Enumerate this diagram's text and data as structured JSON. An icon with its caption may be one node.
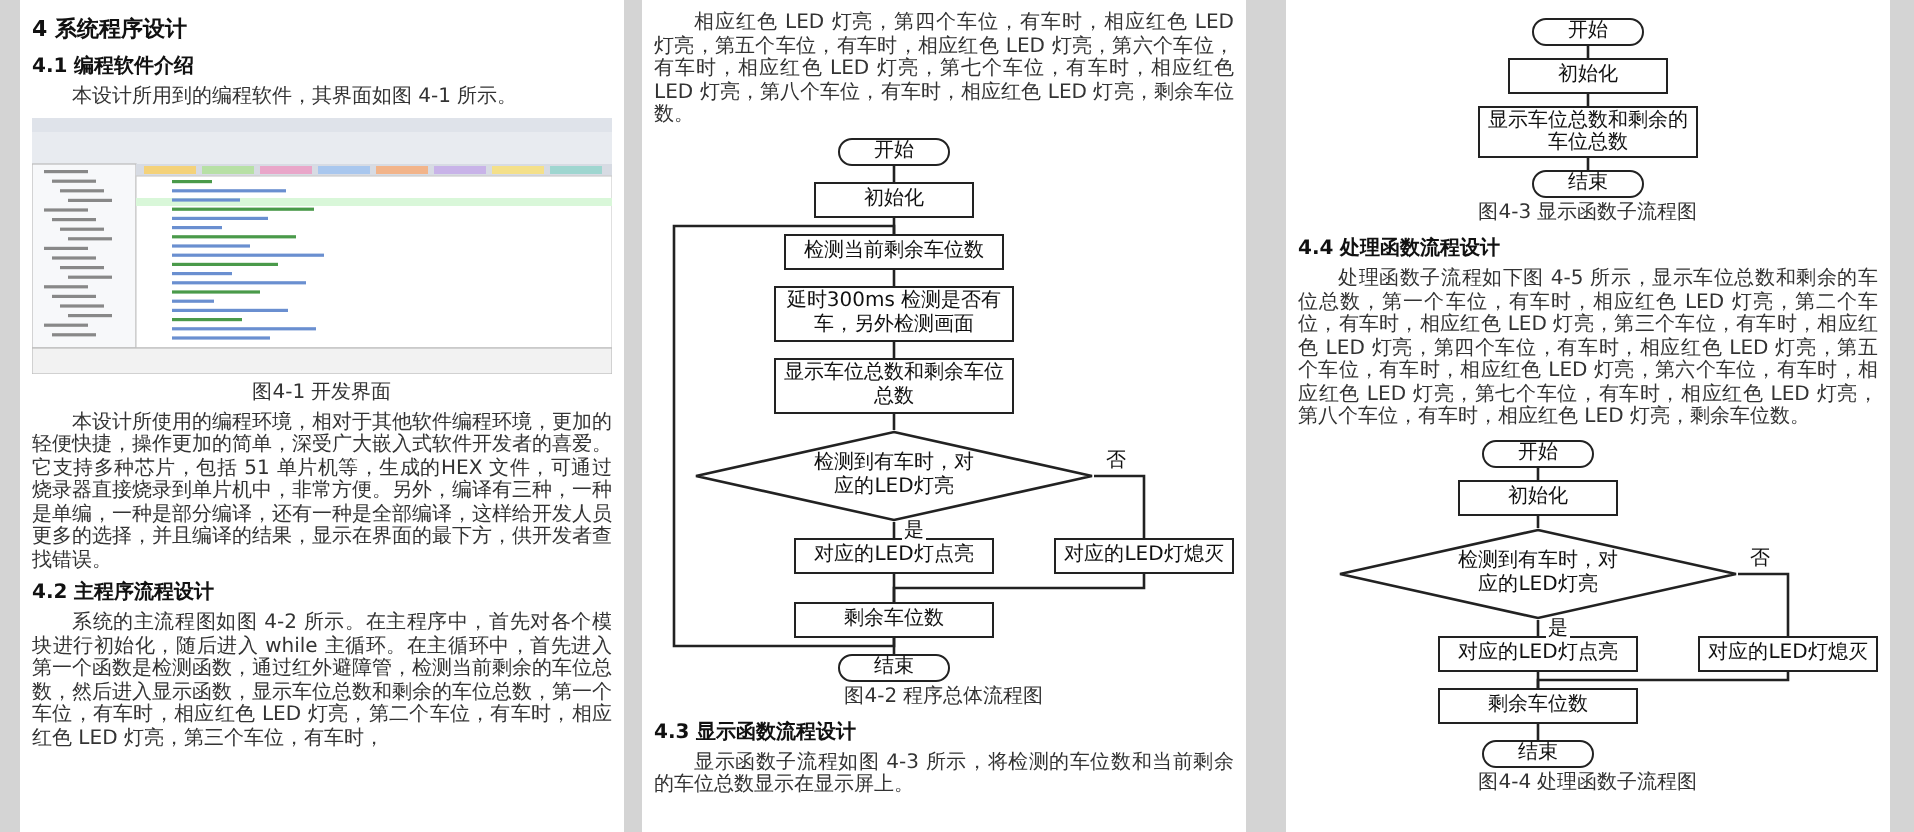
{
  "diagram": {
    "nodes": [
      {
        "text": [
          "开始"
        ]
      },
      {
        "text": [
          "初始化"
        ]
      },
      {
        "text": [
          "检测当前剩余车位数"
        ]
      },
      {
        "text": [
          "延时300ms 检测是否有车，另外检测画面"
        ]
      },
      {
        "text": [
          "显示车位总数和剩余车位总数"
        ]
      },
      {
        "text": [
          "检测到有车时，对应的LED灯亮"
        ]
      },
      {
        "text": [
          "对应的LED灯点亮"
        ]
      },
      {
        "text": [
          "对应的LED灯熄灭"
        ]
      },
      {
        "text": [
          "剩余车位数"
        ]
      },
      {
        "text": [
          "结束"
        ]
      },
      {
        "text": [
          "开始"
        ]
      },
      {
        "text": [
          "初始化"
        ]
      },
      {
        "text": [
          "显示车位总数和剩余的车位总数"
        ]
      },
      {
        "text": [
          "结束"
        ]
      },
      {
        "text": [
          "开始"
        ]
      },
      {
        "text": [
          "初始化"
        ]
      },
      {
        "text": [
          "检测到有车时，对应的LED灯亮"
        ]
      },
      {
        "text": [
          "对应的LED灯点亮"
        ]
      },
      {
        "text": [
          "对应的LED灯熄灭"
        ]
      },
      {
        "text": [
          "剩余车位数"
        ]
      },
      {
        "text": [
          "结束"
        ]
      }
    ],
    "edges": [
      {
        "from": 0,
        "to": 1,
        "arrow": "none"
      },
      {
        "from": 1,
        "to": 2,
        "arrow": "none"
      },
      {
        "from": 2,
        "to": 3,
        "arrow": "none"
      },
      {
        "from": 3,
        "to": 4,
        "arrow": "none"
      },
      {
        "from": 4,
        "to": 5,
        "arrow": "none"
      },
      {
        "from": 5,
        "to": 6,
        "label": "是",
        "arrow": "none"
      },
      {
        "from": 5,
        "to": 7,
        "label": "否",
        "arrow": "none"
      },
      {
        "from": 6,
        "to": 8,
        "arrow": "none"
      },
      {
        "from": 7,
        "to": 8,
        "arrow": "none"
      },
      {
        "from": 8,
        "to": 2,
        "arrow": "none"
      },
      {
        "from": 8,
        "to": 9,
        "arrow": "none"
      },
      {
        "from": 10,
        "to": 11,
        "arrow": "none"
      },
      {
        "from": 11,
        "to": 12,
        "arrow": "none"
      },
      {
        "from": 12,
        "to": 13,
        "arrow": "none"
      },
      {
        "from": 14,
        "to": 15,
        "arrow": "none"
      },
      {
        "from": 15,
        "to": 16,
        "arrow": "none"
      },
      {
        "from": 16,
        "to": 17,
        "label": "是",
        "arrow": "none"
      },
      {
        "from": 16,
        "to": 18,
        "label": "否",
        "arrow": "none"
      },
      {
        "from": 17,
        "to": 19,
        "arrow": "none"
      },
      {
        "from": 18,
        "to": 19,
        "arrow": "none"
      },
      {
        "from": 19,
        "to": 20,
        "arrow": "none"
      }
    ],
    "labels": [
      "4 系统程序设计",
      "4.1 编程软件介绍",
      "本设计所用到的编程软件，其界面如图 4-1 所示。",
      "图4-1 开发界面",
      "本设计所使用的编程环境，相对于其他软件编程环境，更加的轻便快捷，操作更加的简单，深受广大嵌入式软件开发者的喜爱。它支持多种芯片，包括 51 单片机等，生成的HEX 文件，可通过烧录器直接烧录到单片机中，非常方便。另外，编译有三种，一种是单编，一种是部分编译，还有一种是全部编译，这样给开发人员更多的选择，并且编译的结果，显示在界面的最下方，供开发者查找错误。",
      "4.2 主程序流程设计",
      "系统的主流程图如图 4-2 所示。在主程序中，首先对各个模块进行初始化，随后进入 while 主循环。在主循环中，首先进入第一个函数是检测函数，通过红外避障管，检测当前剩余的车位总数，然后进入显示函数，显示车位总数和剩余的车位总数，第一个车位，有车时，相应红色 LED 灯亮，第二个车位，有车时，相应红色 LED 灯亮，第三个车位，有车时，",
      "相应红色 LED 灯亮，第四个车位，有车时，相应红色 LED 灯亮，第五个车位，有车时，相应红色 LED 灯亮，第六个车位，有车时，相应红色 LED 灯亮，第七个车位，有车时，相应红色 LED 灯亮，第八个车位，有车时，相应红色 LED 灯亮，剩余车位数。",
      "图4-2 程序总体流程图",
      "4.3 显示函数流程设计",
      "显示函数子流程如图 4-3 所示，将检测的车位数和当前剩余的车位总数显示在显示屏上。",
      "图4-3 显示函数子流程图",
      "4.4 处理函数流程设计",
      "处理函数子流程如下图 4-5 所示，显示车位总数和剩余的车位总数，第一个车位，有车时，相应红色 LED 灯亮，第二个车位，有车时，相应红色 LED 灯亮，第三个车位，有车时，相应红色 LED 灯亮，第四个车位，有车时，相应红色 LED 灯亮，第五个车位，有车时，相应红色 LED 灯亮，第六个车位，有车时，相应红色 LED 灯亮，第七个车位，有车时，相应红色 LED 灯亮，第八个车位，有车时，相应红色 LED 灯亮，剩余车位数。",
      "图4-4 处理函数子流程图"
    ]
  }
}
